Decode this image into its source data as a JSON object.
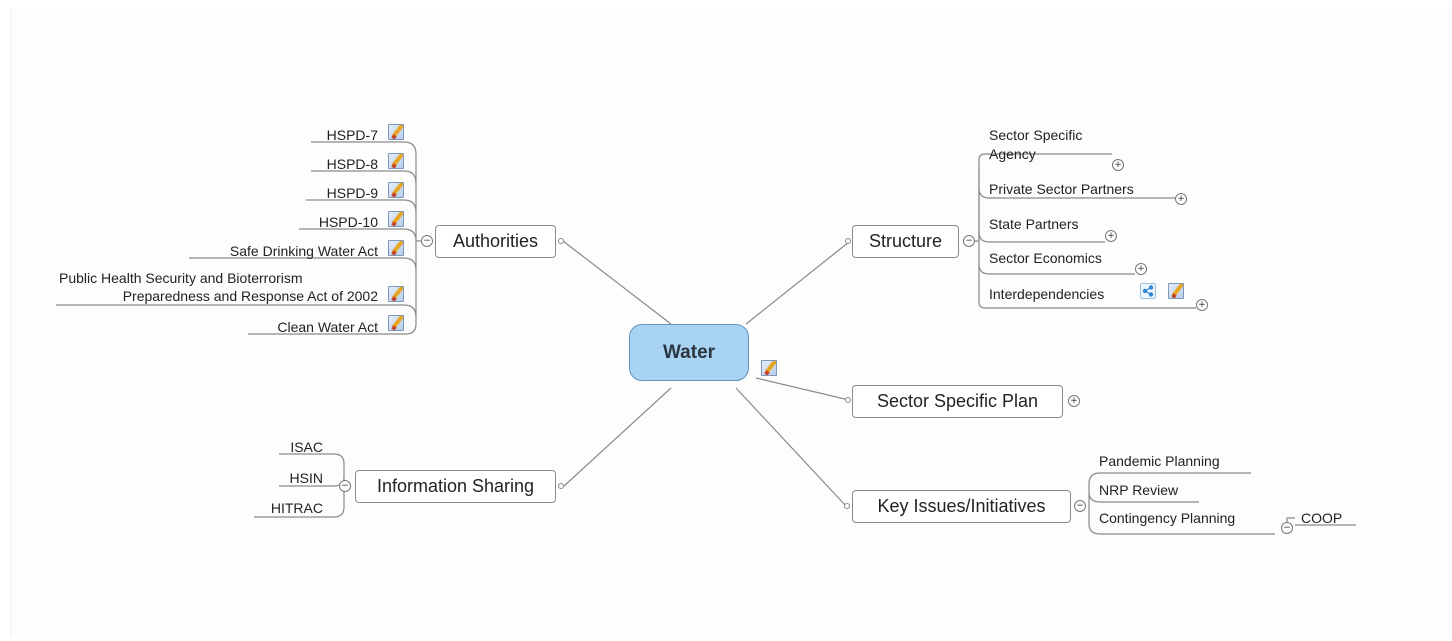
{
  "central": {
    "title": "Water"
  },
  "authorities": {
    "label": "Authorities",
    "children": [
      "HSPD-7",
      "HSPD-8",
      "HSPD-9",
      "HSPD-10",
      "Safe Drinking Water Act",
      "Public Health Security and Bioterrorism",
      "Preparedness and Response Act of 2002",
      "Clean Water Act"
    ]
  },
  "information_sharing": {
    "label": "Information Sharing",
    "children": [
      "ISAC",
      "HSIN",
      "HITRAC"
    ]
  },
  "structure": {
    "label": "Structure",
    "children": [
      "Sector Specific",
      "Agency",
      "Private Sector Partners",
      "State Partners",
      "Sector Economics",
      "Interdependencies"
    ]
  },
  "sector_specific_plan": {
    "label": "Sector Specific Plan"
  },
  "key_issues": {
    "label": "Key Issues/Initiatives",
    "children": [
      "Pandemic Planning",
      "NRP Review",
      "Contingency Planning",
      "COOP"
    ]
  },
  "symbols": {
    "collapse": "−",
    "expand": "+"
  },
  "icons": {
    "note": "note-pencil-icon",
    "relationship": "relationship-icon",
    "collapse": "collapse-icon",
    "expand": "expand-icon"
  },
  "colors": {
    "central_fill": "#a9d3f3",
    "central_border": "#5d95bd",
    "link": "#8a8a8a",
    "topic_border": "#8b8b8b"
  }
}
